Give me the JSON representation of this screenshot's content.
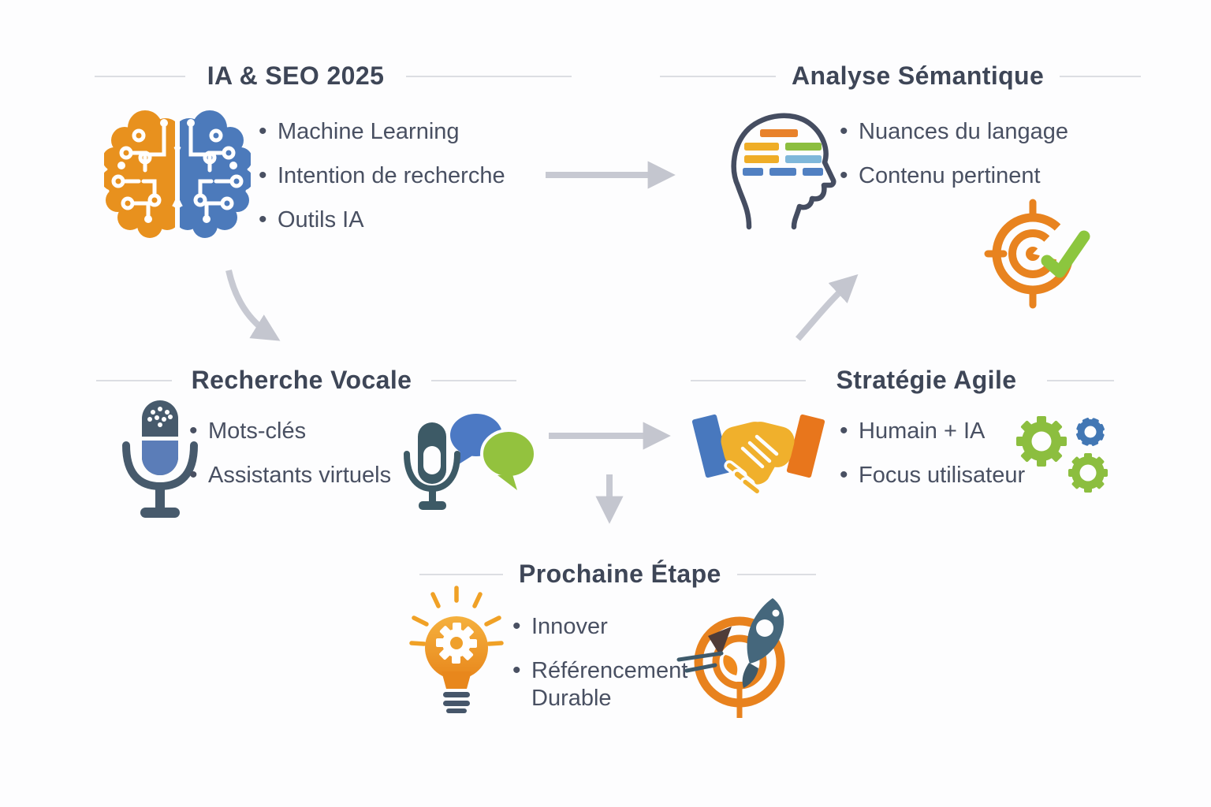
{
  "palette": {
    "orange": "#E8891D",
    "blue": "#4C79BC",
    "green": "#8CC63E",
    "gold": "#F0B02C",
    "teal": "#3D5A66",
    "light_blue": "#7FB7DA",
    "title_text": "#3E4657",
    "body_text": "#495062",
    "arrow_gray": "#C7C9D2"
  },
  "sections": {
    "ia_seo": {
      "title": "IA & SEO 2025",
      "bullets": [
        "Machine Learning",
        "Intention de recherche",
        "Outils IA"
      ],
      "icon": "brain-circuit-icon"
    },
    "analyse_semantique": {
      "title": "Analyse Sémantique",
      "bullets": [
        "Nuances du langage",
        "Contenu pertinent"
      ],
      "icons": [
        "head-semantic-icon",
        "target-check-icon"
      ]
    },
    "recherche_vocale": {
      "title": "Recherche Vocale",
      "bullets": [
        "Mots-clés",
        "Assistants virtuels"
      ],
      "icons": [
        "microphone-icon",
        "microphone-chat-icon"
      ]
    },
    "strategie_agile": {
      "title": "Stratégie Agile",
      "bullets": [
        "Humain + IA",
        "Focus utilisateur"
      ],
      "icons": [
        "handshake-icon",
        "gears-icon"
      ]
    },
    "prochaine_etape": {
      "title": "Prochaine Étape",
      "bullets": [
        "Innover",
        "Référencement Durable"
      ],
      "icons": [
        "lightbulb-gear-icon",
        "rocket-target-icon"
      ]
    }
  },
  "arrows": [
    {
      "from": "ia_seo",
      "to": "analyse_semantique",
      "style": "straight-right"
    },
    {
      "from": "ia_seo",
      "to": "recherche_vocale",
      "style": "curved-down"
    },
    {
      "from": "recherche_vocale",
      "to": "strategie_agile",
      "style": "straight-right"
    },
    {
      "from": "strategie_agile",
      "to": "analyse_semantique",
      "style": "curved-up"
    },
    {
      "from": "recherche_vocale",
      "to": "prochaine_etape",
      "style": "straight-down"
    }
  ]
}
